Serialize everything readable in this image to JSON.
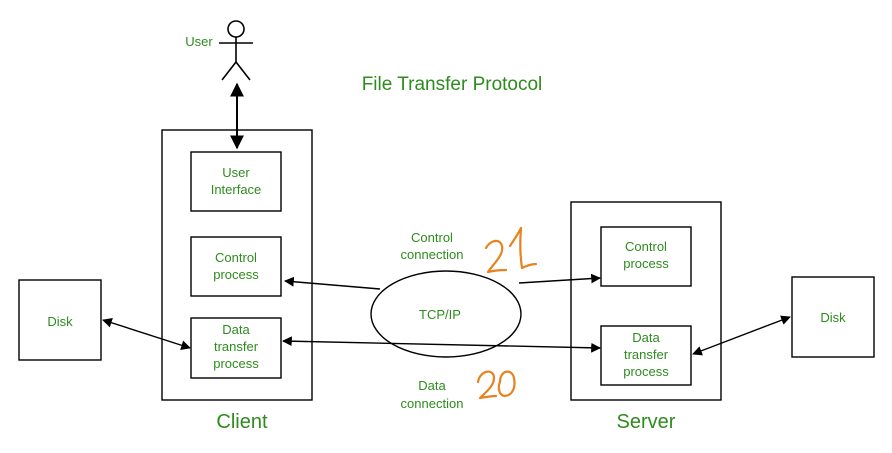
{
  "title": "File Transfer Protocol",
  "user_label": "User",
  "client": {
    "label": "Client",
    "user_interface": [
      "User",
      "Interface"
    ],
    "control_process": [
      "Control",
      "process"
    ],
    "data_transfer_process": [
      "Data",
      "transfer",
      "process"
    ]
  },
  "server": {
    "label": "Server",
    "control_process": [
      "Control",
      "process"
    ],
    "data_transfer_process": [
      "Data",
      "transfer",
      "process"
    ]
  },
  "network": {
    "label": "TCP/IP",
    "control_connection": [
      "Control",
      "connection"
    ],
    "data_connection": [
      "Data",
      "connection"
    ],
    "control_port": "21",
    "data_port": "20"
  },
  "disk_left": "Disk",
  "disk_right": "Disk",
  "colors": {
    "label_green": "#2e8b1e",
    "line": "#000000",
    "handwriting": "#e8821e"
  }
}
